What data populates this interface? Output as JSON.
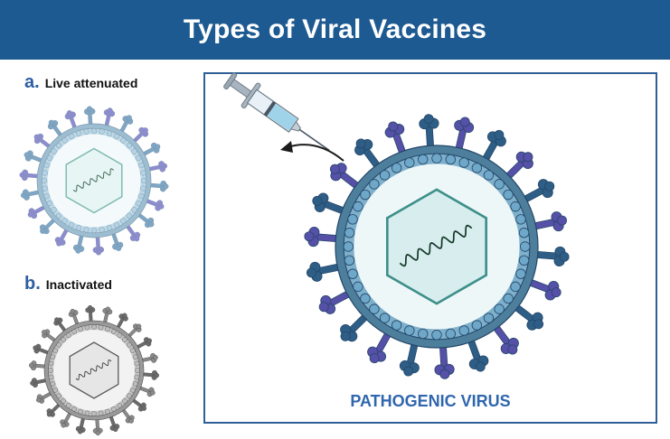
{
  "title": "Types of Viral Vaccines",
  "panels": {
    "a": {
      "letter": "a.",
      "label": "Live attenuated"
    },
    "b": {
      "letter": "b.",
      "label": "Inactivated"
    },
    "main": {
      "caption": "PATHOGENIC VIRUS"
    }
  },
  "icons": [
    "syringe-icon",
    "arrow-icon",
    "virus-icon"
  ],
  "colors": {
    "header": "#1d5a91",
    "accent": "#2f66ad",
    "capsid": "#3d8f8a",
    "membrane": "#4d7f9c",
    "spike_blue": "#2e5e86",
    "spike_purple": "#5650a8"
  }
}
